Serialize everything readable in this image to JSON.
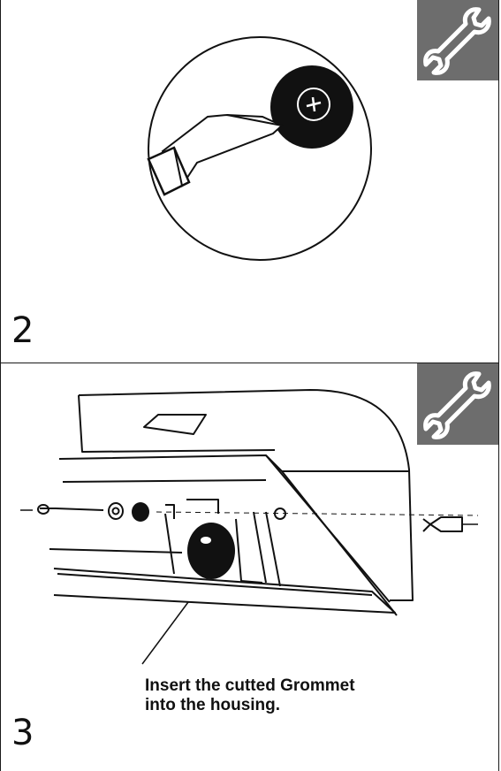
{
  "panels": [
    {
      "step": "2",
      "icon": "wrench-icon"
    },
    {
      "step": "3",
      "icon": "wrench-icon",
      "caption": {
        "line1": "Insert the cutted Grommet",
        "line2": "into the housing."
      }
    }
  ],
  "colors": {
    "badge": "#6d6d6d",
    "ink": "#111111",
    "border": "#1a1a1a"
  }
}
